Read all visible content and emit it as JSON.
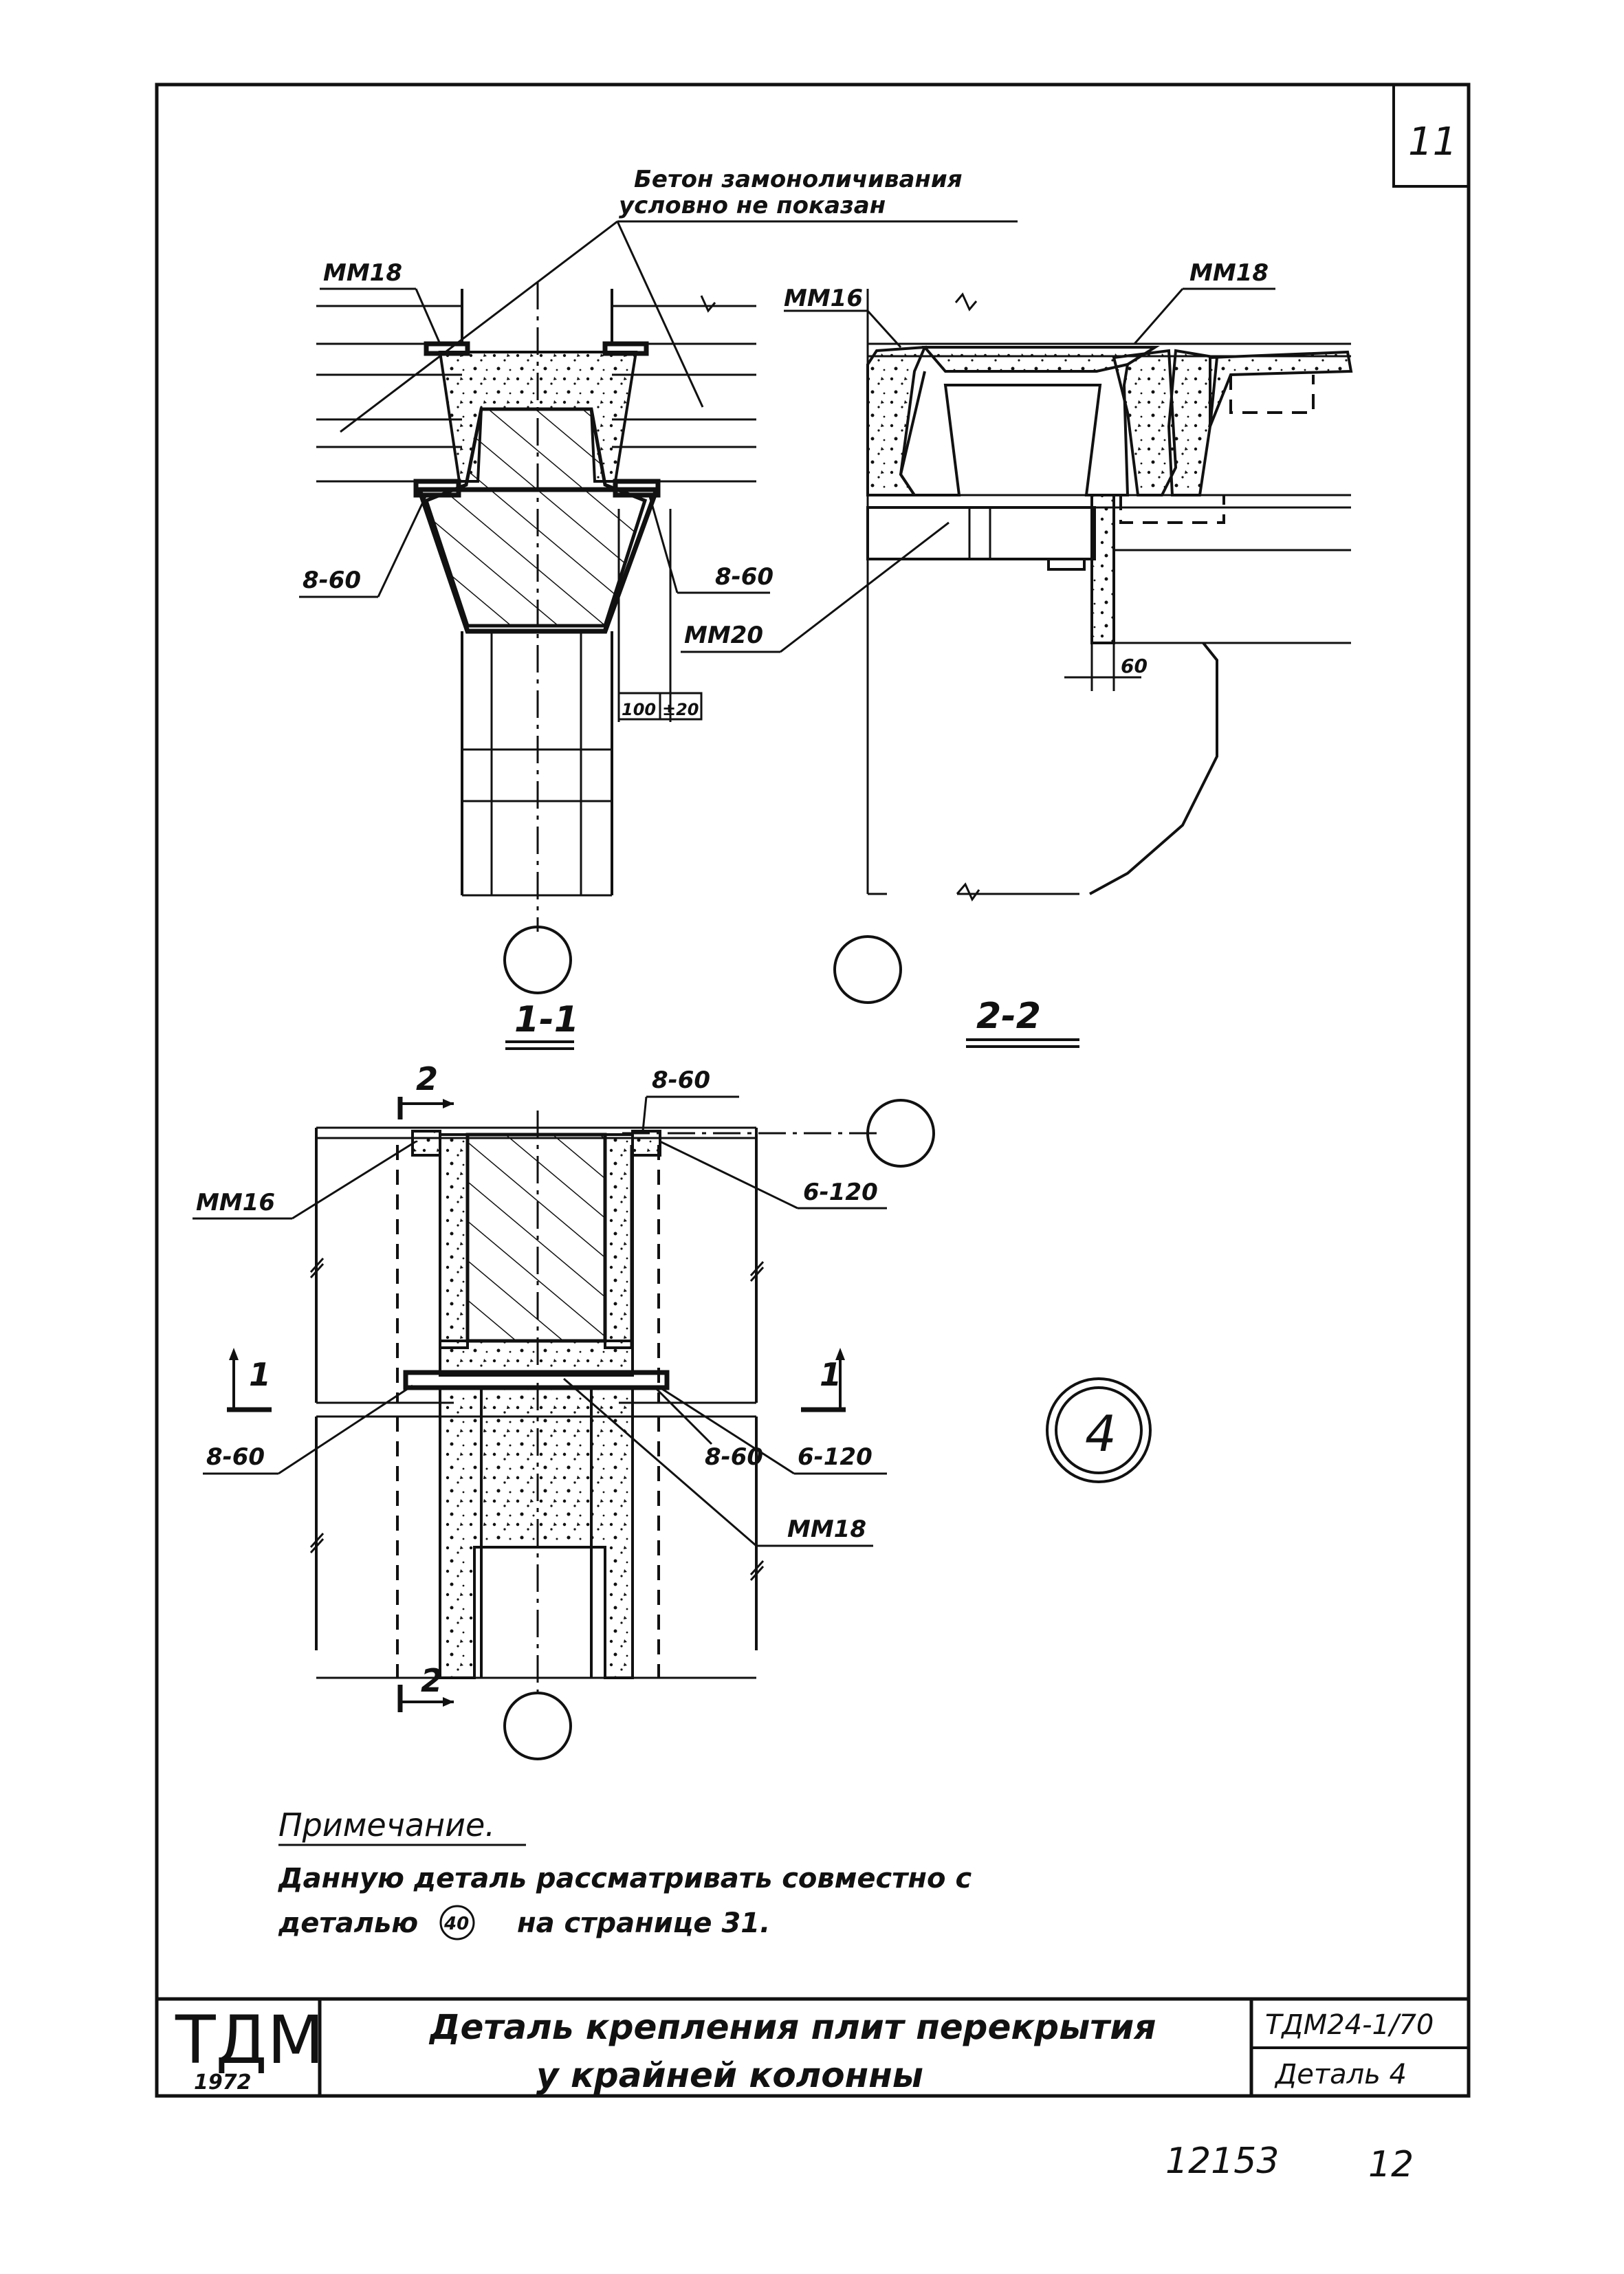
{
  "sheet": {
    "page_number": "11",
    "annotation_top_line1": "Бетон замоноличивания",
    "annotation_top_line2": "условно не показан",
    "section_1_1": "1-1",
    "section_2_2": "2-2",
    "cut_mark_2": "2",
    "cut_mark_1": "1",
    "detail_number": "4",
    "labels": {
      "mm18_a": "ММ18",
      "mm16_a": "ММ16",
      "mm18_b": "ММ18",
      "w860_a": "8-60",
      "w860_b": "8-60",
      "mm20": "ММ20",
      "dim_100": "100",
      "dim_pm20": "±20",
      "dim_60": "60",
      "w860_c": "8-60",
      "mm16_b": "ММ16",
      "w6120_a": "6-120",
      "w860_d": "8-60",
      "w860_e": "8-60",
      "w6120_b": "6-120",
      "mm18_c": "ММ18"
    },
    "note": {
      "heading": "Примечание.",
      "line1": "Данную деталь рассматривать совместно с",
      "line2_a": "деталью",
      "line2_ref": "40",
      "line2_b": "на странице 31."
    },
    "title_block": {
      "logo": "ТДМ",
      "year": "1972",
      "title_line1": "Деталь крепления плит перекрытия",
      "title_line2": "у крайней колонны",
      "code": "ТДМ24-1/70",
      "detail": "Деталь 4"
    },
    "footer": {
      "archive_no": "12153",
      "sheet_no": "12"
    }
  }
}
